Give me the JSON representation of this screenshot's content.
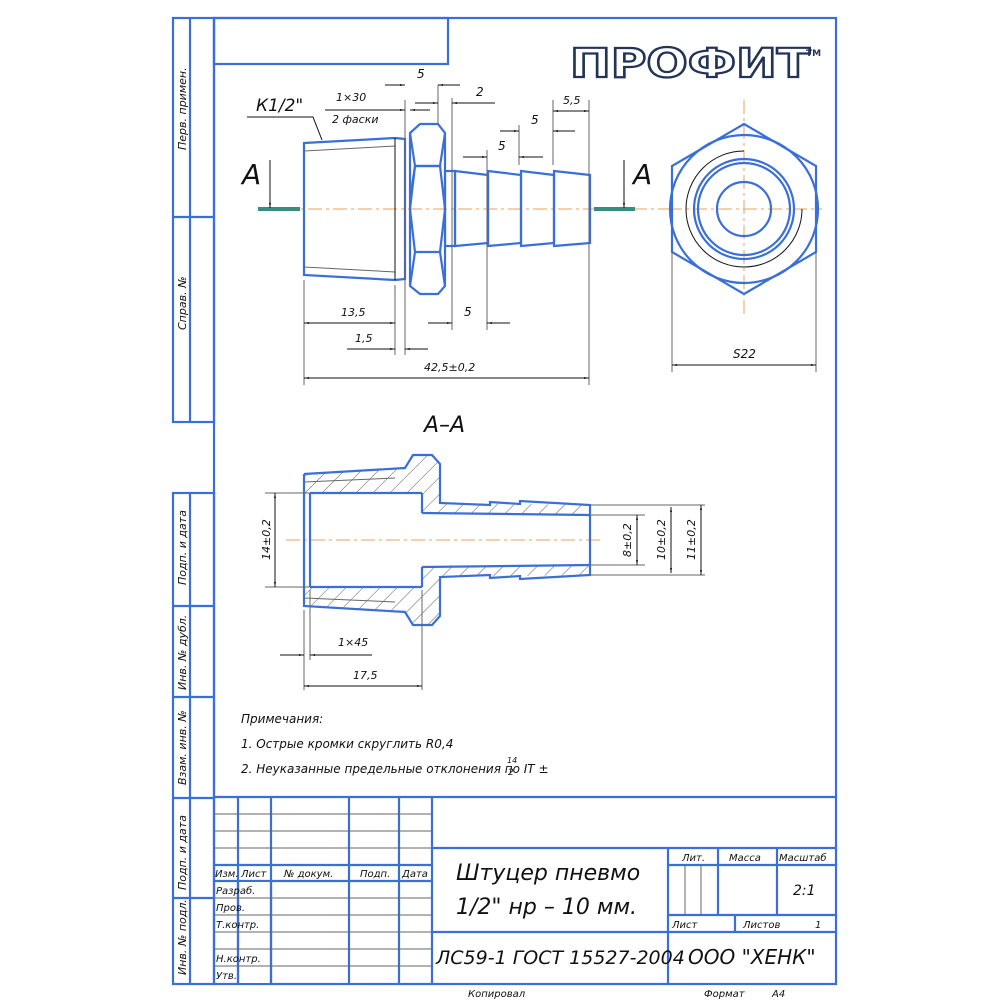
{
  "logo": {
    "text": "ПРОФИТ",
    "tm": "TM"
  },
  "side_labels": {
    "perv_primen": "Перв. примен.",
    "sprav": "Справ. №",
    "podp_data_1": "Подп. и дата",
    "inv_dubl": "Инв. № дубл.",
    "vzam_inv": "Взам. инв. №",
    "podp_data_2": "Подп. и дата",
    "inv_podl": "Инв. № подл."
  },
  "main_view": {
    "thread_label": "К1/2\"",
    "chamfer_label": "1×30",
    "chamfer_note": "2 фаски",
    "section_letter_left": "А",
    "section_letter_right": "А",
    "dims": {
      "top_5": "5",
      "top_2": "2",
      "top_5_5": "5,5",
      "mid_5a": "5",
      "mid_5b": "5",
      "len_13_5": "13,5",
      "len_1_5": "1,5",
      "len_5": "5",
      "total": "42,5±0,2"
    }
  },
  "end_view": {
    "hex_size": "S22"
  },
  "section_view": {
    "title": "А–А",
    "dims": {
      "d14": "14±0,2",
      "d8": "8±0,2",
      "d10": "10±0,2",
      "d11": "11±0,2",
      "chamfer": "1×45",
      "len_17_5": "17,5"
    }
  },
  "notes": {
    "heading": "Примечания:",
    "items": [
      "1. Острые кромки скруглить R0,4",
      "2. Неуказанные предельные отклонения по IT ±"
    ],
    "it_fraction_top": "14",
    "it_fraction_bottom": "2"
  },
  "title_block": {
    "headers": {
      "izm": "Изм.",
      "list": "Лист",
      "n_dokum": "№ докум.",
      "podp": "Подп.",
      "data": "Дата"
    },
    "roles": [
      "Разраб.",
      "Пров.",
      "Т.контр.",
      "",
      "Н.контр.",
      "Утв."
    ],
    "name_line1": "Штуцер пневмо",
    "name_line2": "1/2\" нр –   10 мм.",
    "material": "ЛС59-1 ГОСТ 15527-2004",
    "lit_label": "Лит.",
    "massa_label": "Масса",
    "masshtab_label": "Масштаб",
    "scale_value": "2:1",
    "list_label": "Лист",
    "listov_label": "Листов",
    "listov_value": "1",
    "company": "ООО \"ХЕНК\"",
    "kopiroval": "Копировал",
    "format_label": "Формат",
    "format_value": "А4"
  },
  "colors": {
    "outline": "#3a6fd8",
    "axis": "#e8a060",
    "cut_mark": "#3d8a80"
  }
}
